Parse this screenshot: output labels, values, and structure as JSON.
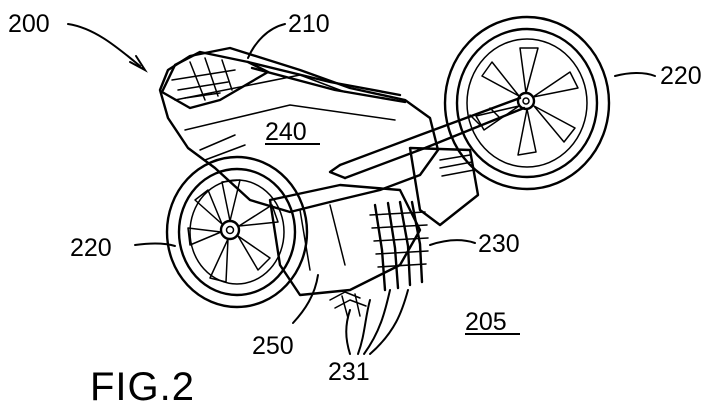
{
  "figure": {
    "caption": "FIG.2"
  },
  "labels": {
    "device": "200",
    "handle": "210",
    "wheel_right": "220",
    "wheel_left": "220",
    "body": "240",
    "chains": "230",
    "chain_ends": "231",
    "drum": "250",
    "surface": "205"
  },
  "colors": {
    "ink": "#000000",
    "paper": "#ffffff"
  }
}
